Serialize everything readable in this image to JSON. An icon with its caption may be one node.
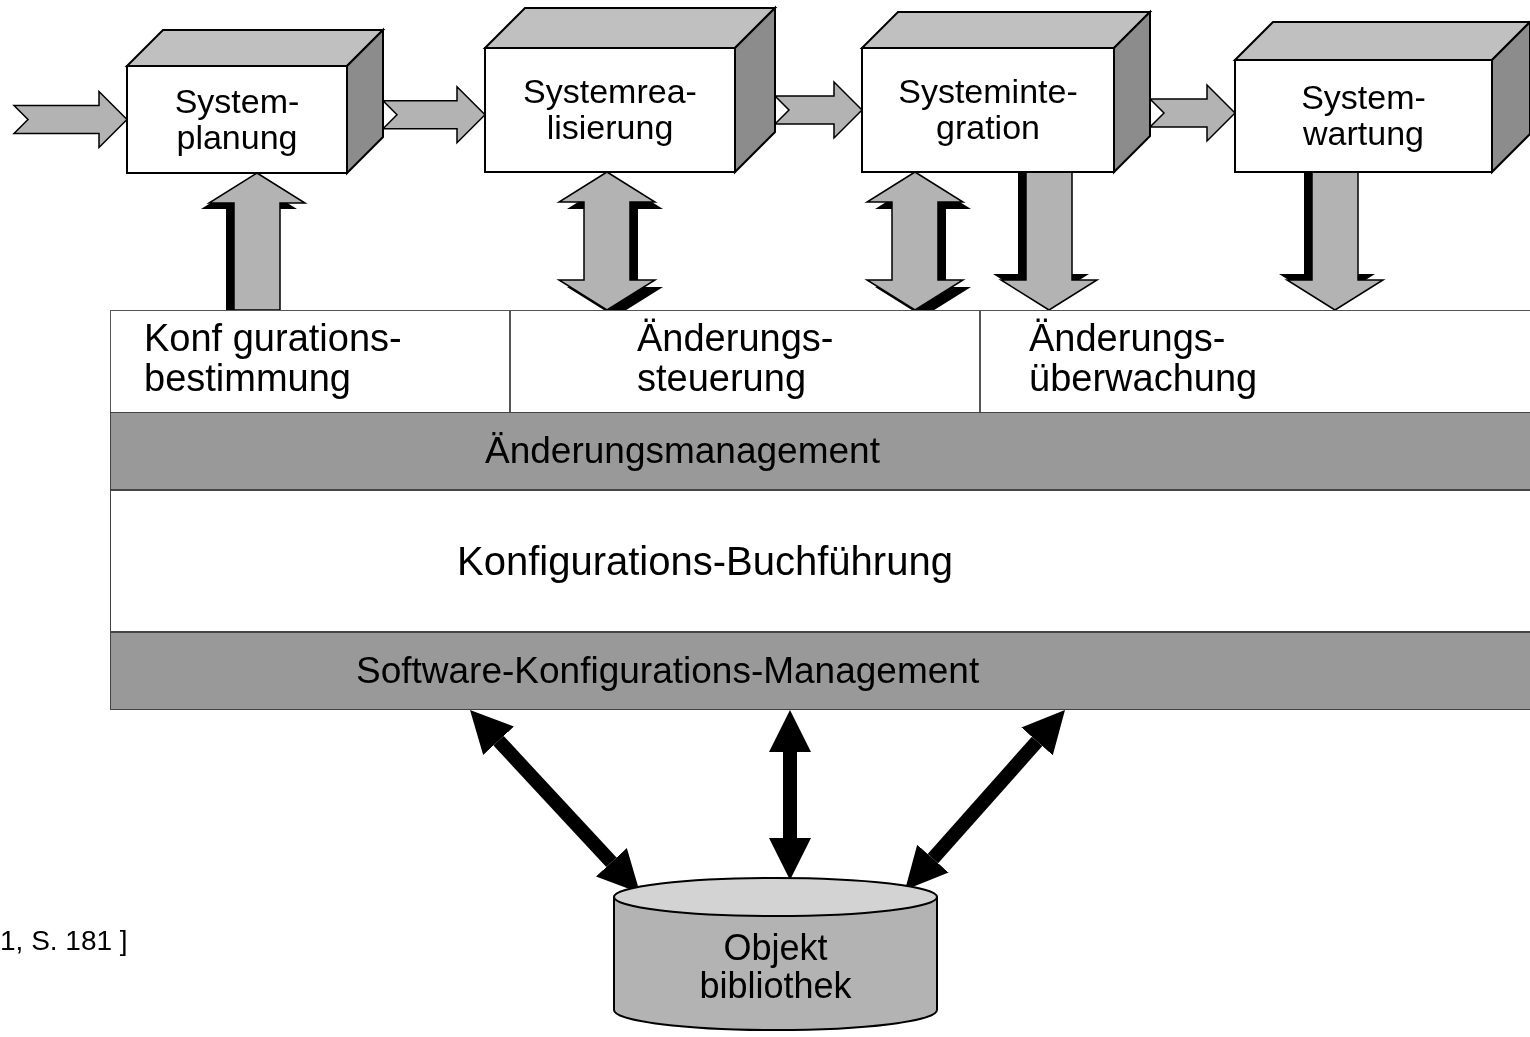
{
  "diagram": {
    "nodes": [
      {
        "text": [
          "System- planung"
        ]
      },
      {
        "text": [
          "Systemrea- lisierung"
        ]
      },
      {
        "text": [
          "Systeminte- gration"
        ]
      },
      {
        "text": [
          "System- wartung"
        ]
      },
      {
        "text": [
          "Konf gurations- bestimmung"
        ]
      },
      {
        "text": [
          "Änderungs- steuerung"
        ]
      },
      {
        "text": [
          "Änderungs- überwachung"
        ]
      },
      {
        "text": [
          "Änderungsmanagement"
        ]
      },
      {
        "text": [
          "Konfigurations-Buchführung"
        ]
      },
      {
        "text": [
          "Software-Konfigurations-Management"
        ]
      },
      {
        "text": [
          "Objekt bibliothek"
        ]
      }
    ],
    "edges": [
      {
        "from": null,
        "to": 0,
        "arrow": "to"
      },
      {
        "from": 0,
        "to": 1,
        "arrow": "to"
      },
      {
        "from": 1,
        "to": 2,
        "arrow": "to"
      },
      {
        "from": 2,
        "to": 3,
        "arrow": "to"
      },
      {
        "from": 4,
        "to": 0,
        "arrow": "to"
      },
      {
        "from": 1,
        "to": 5,
        "arrow": "both"
      },
      {
        "from": 2,
        "to": 5,
        "arrow": "both"
      },
      {
        "from": 2,
        "to": 6,
        "arrow": "to"
      },
      {
        "from": 3,
        "to": 6,
        "arrow": "to"
      },
      {
        "from": 9,
        "to": 10,
        "arrow": "both",
        "color": "#000000"
      },
      {
        "from": 9,
        "to": 10,
        "arrow": "both",
        "color": "#000000"
      },
      {
        "from": 9,
        "to": 10,
        "arrow": "both",
        "color": "#000000"
      }
    ],
    "labels": [
      "1, S. 181 ]"
    ]
  }
}
